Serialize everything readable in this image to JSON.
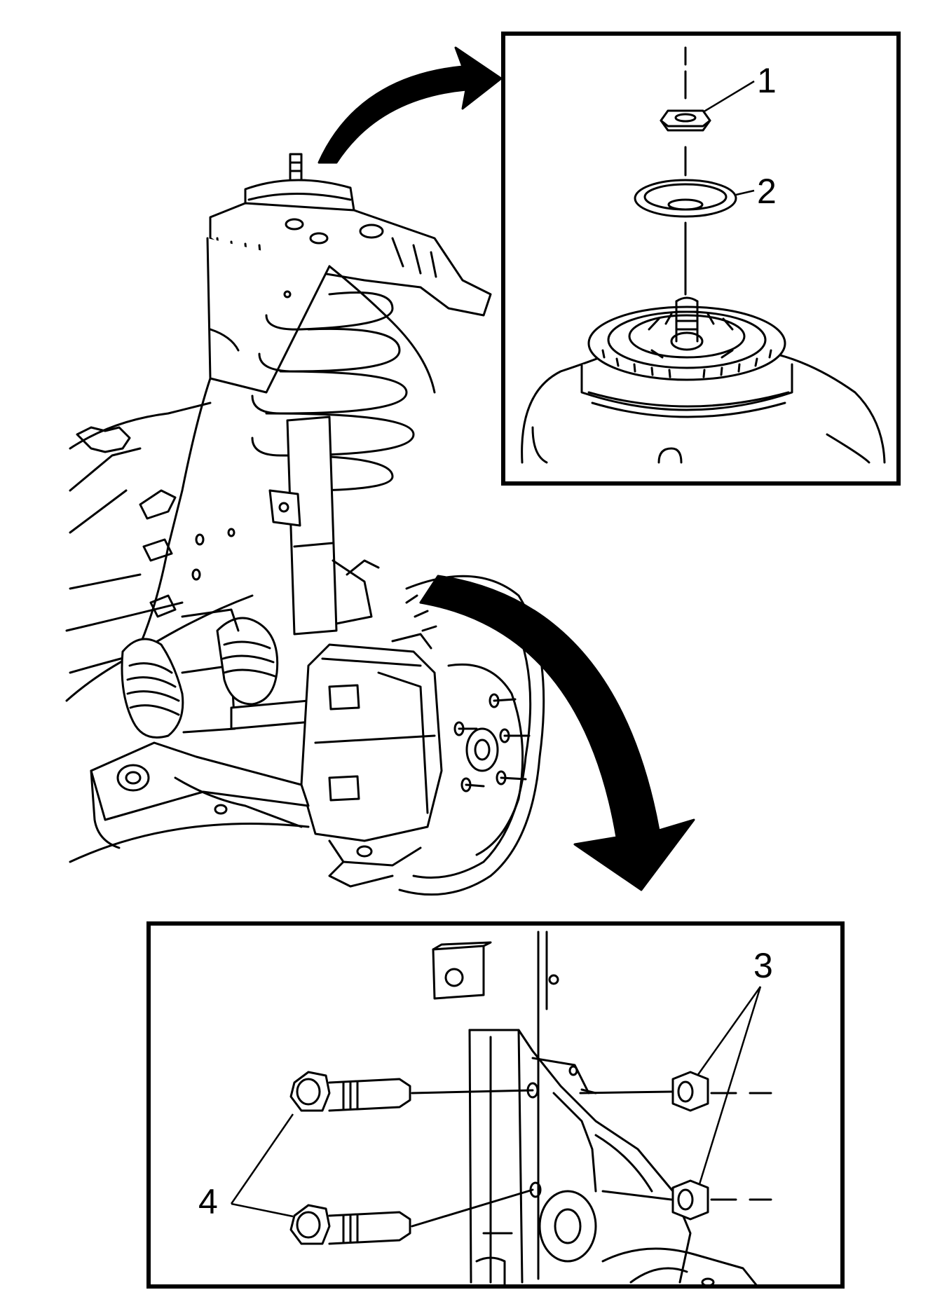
{
  "callouts": {
    "c1": "1",
    "c2": "2",
    "c3": "3",
    "c4": "4"
  },
  "colors": {
    "line": "#000000",
    "paper": "#ffffff"
  }
}
